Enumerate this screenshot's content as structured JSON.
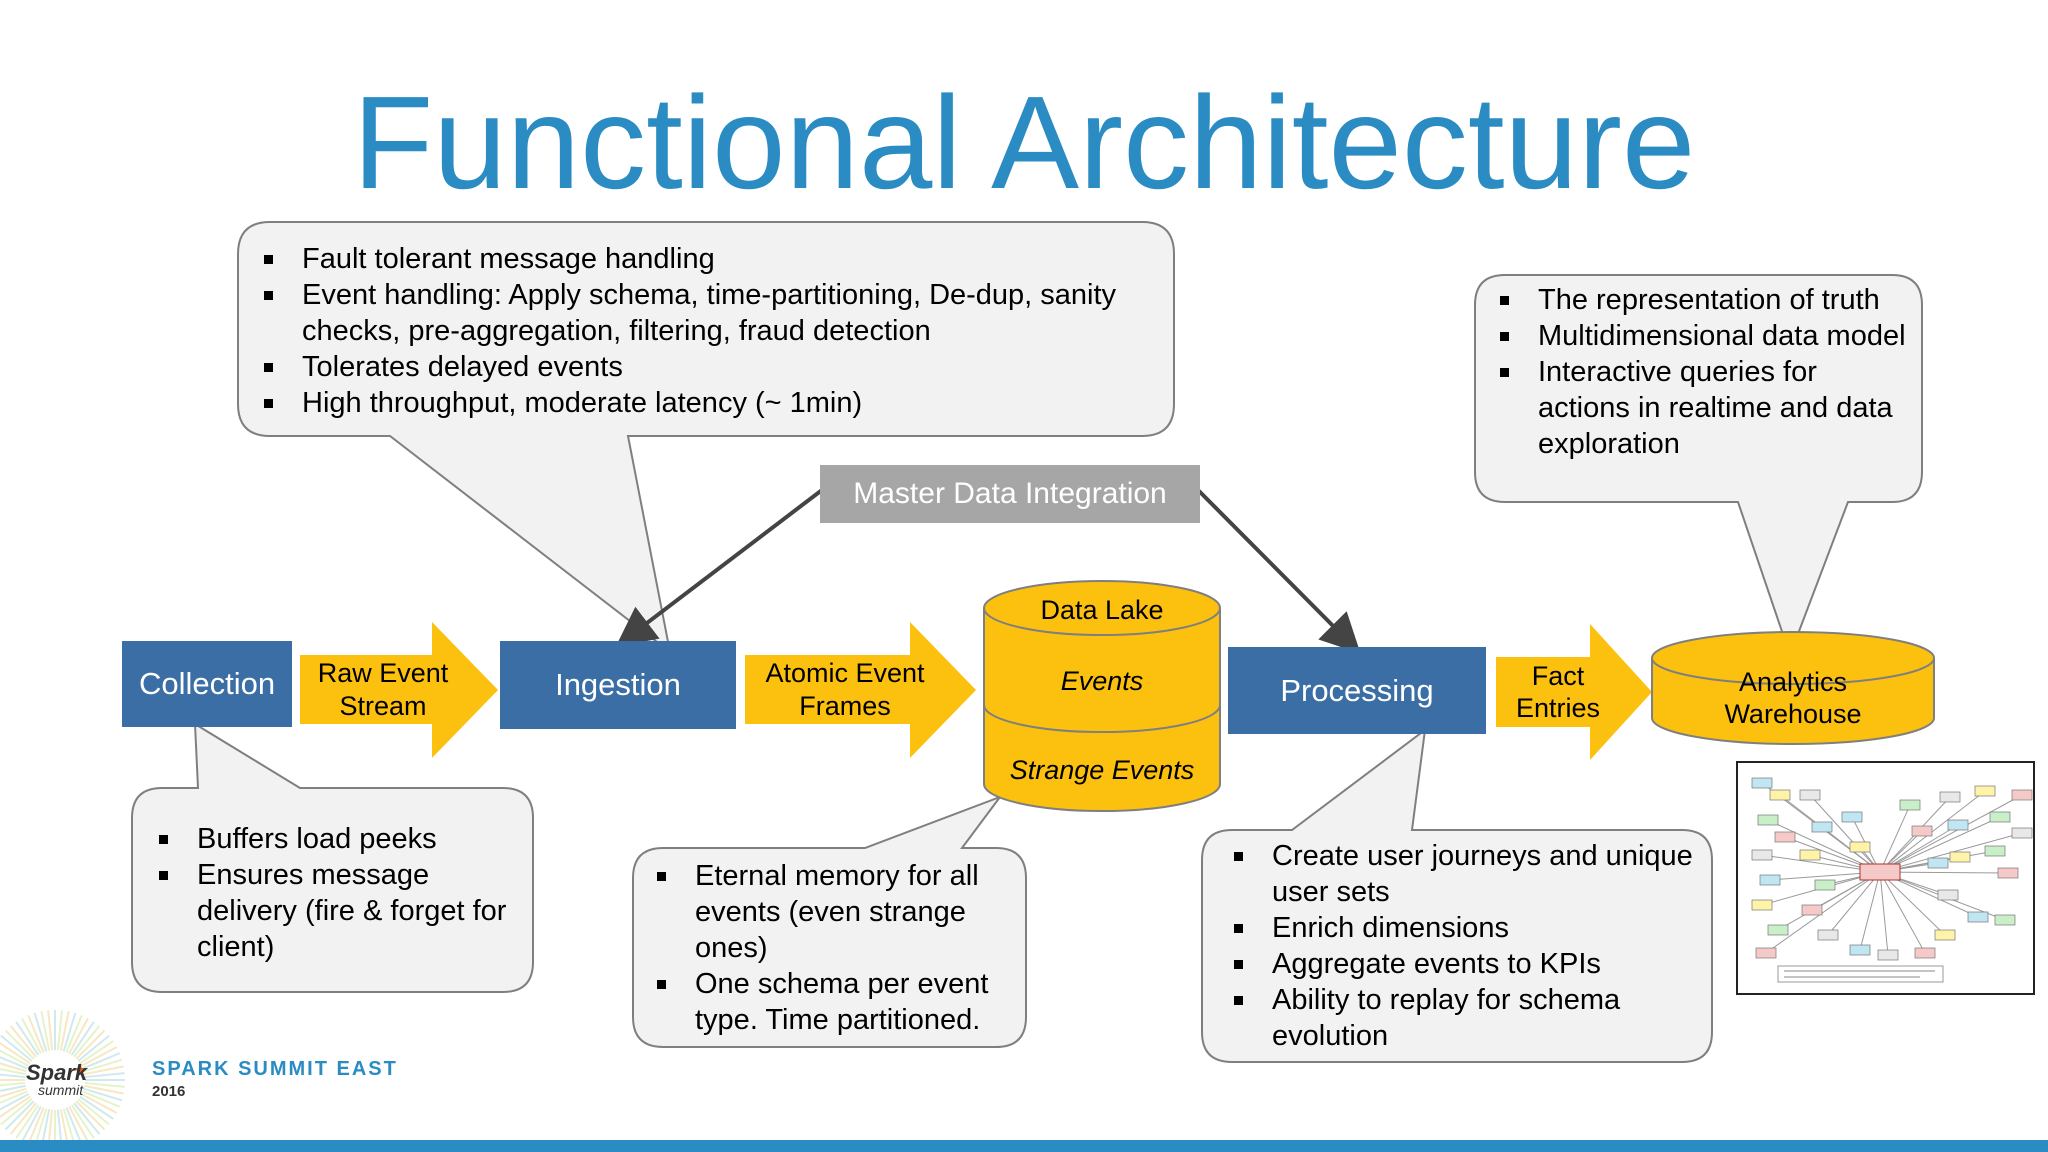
{
  "title": "Functional Architecture",
  "colors": {
    "title": "#2b8cc4",
    "box": "#3a6ea5",
    "arrow": "#fcc10e",
    "cylinder": "#fcc10e",
    "callout_fill": "#f2f2f2",
    "master_box": "#a6a6a6"
  },
  "boxes": {
    "collection": "Collection",
    "ingestion": "Ingestion",
    "processing": "Processing",
    "master": "Master Data Integration"
  },
  "arrows": {
    "raw_event_stream": [
      "Raw Event",
      "Stream"
    ],
    "atomic_event_frames": [
      "Atomic Event",
      "Frames"
    ],
    "fact_entries": [
      "Fact",
      "Entries"
    ]
  },
  "data_lake": {
    "title": "Data Lake",
    "events": "Events",
    "strange": "Strange Events"
  },
  "warehouse": [
    "Analytics",
    "Warehouse"
  ],
  "callouts": {
    "ingestion": [
      "Fault tolerant message handling",
      "Event handling: Apply schema, time-partitioning, De-dup, sanity checks, pre-aggregation, filtering, fraud detection",
      "Tolerates delayed events",
      "High throughput, moderate latency (~ 1min)"
    ],
    "warehouse": [
      "The representation of truth",
      "Multidimensional data model",
      "Interactive queries for actions in realtime and data exploration"
    ],
    "collection": [
      "Buffers load peeks",
      "Ensures message delivery (fire & forget for client)"
    ],
    "data_lake": [
      "Eternal memory for all events (even strange ones)",
      "One schema per event type. Time partitioned."
    ],
    "processing": [
      "Create user journeys and unique user sets",
      "Enrich dimensions",
      "Aggregate events to KPIs",
      "Ability to replay for schema evolution"
    ]
  },
  "footer": {
    "brand": "SPARK SUMMIT EAST",
    "year": "2016",
    "logo_text": "Spark",
    "logo_sub": "summit"
  },
  "icons": {
    "logo": "spark-summit-logo-icon",
    "schema": "schema-thumbnail-icon"
  }
}
